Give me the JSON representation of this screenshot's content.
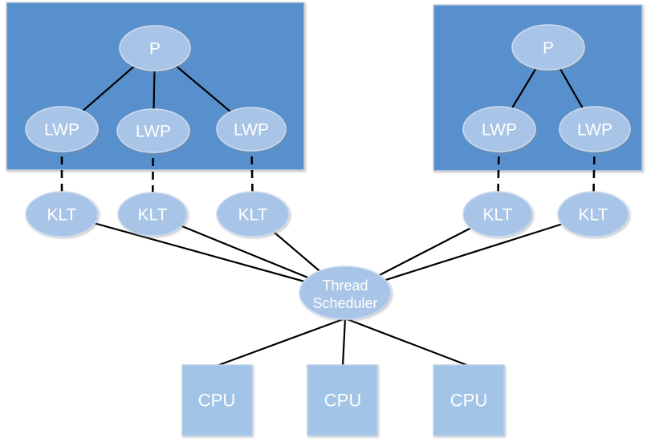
{
  "diagram": {
    "left_process_box": {
      "p": "P",
      "lwps": [
        "LWP",
        "LWP",
        "LWP"
      ]
    },
    "right_process_box": {
      "p": "P",
      "lwps": [
        "LWP",
        "LWP"
      ]
    },
    "kernel_threads": [
      "KLT",
      "KLT",
      "KLT",
      "KLT",
      "KLT"
    ],
    "scheduler": {
      "line1": "Thread",
      "line2": "Scheduler"
    },
    "cpus": [
      "CPU",
      "CPU",
      "CPU"
    ]
  },
  "colors": {
    "process_box": "#5890CD",
    "node_fill": "#A8C4E6",
    "cpu_fill": "#A2C4E6",
    "line": "#000000",
    "label_text": "#FFFFFF"
  }
}
